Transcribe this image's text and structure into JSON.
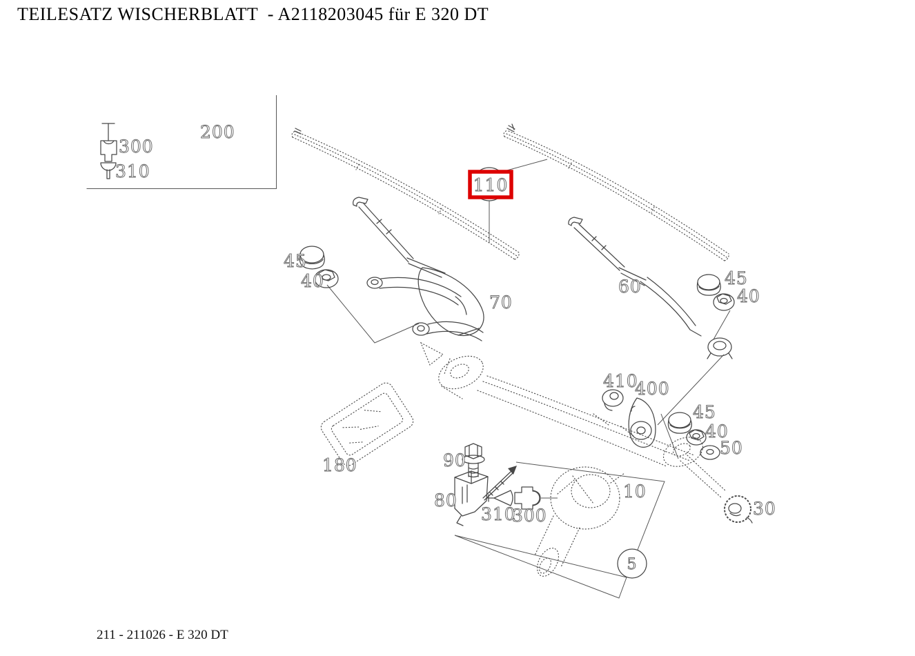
{
  "header": {
    "title": "TEILESATZ WISCHERBLATT  - A2118203045 für E 320 DT"
  },
  "footer": {
    "text": "211 - 211026 - E 320 DT"
  },
  "highlight": {
    "color": "#dd0000",
    "selected_part": "110"
  },
  "legend": {
    "adapter_icon": "wiper-adapter-icon",
    "rivet_icon": "rivet-icon",
    "c300": "300",
    "c310": "310",
    "c200": "200"
  },
  "callouts": {
    "c110": "110",
    "c45a": "45",
    "c40a": "40",
    "c70": "70",
    "c60": "60",
    "c45b": "45",
    "c40b": "40",
    "c410": "410",
    "c400": "400",
    "c45c": "45",
    "c40c": "40",
    "c50": "50",
    "c180": "180",
    "c90": "90",
    "c80": "80",
    "c310b": "310",
    "c300b": "300",
    "c10": "10",
    "c30": "30",
    "c5": "5"
  }
}
